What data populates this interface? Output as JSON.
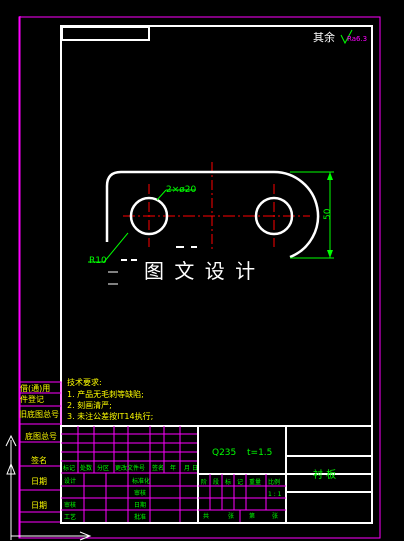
{
  "colors": {
    "background": "#000000",
    "frame": "#ffffff",
    "outer_border": "#ff00ff",
    "part_outline": "#ffffff",
    "center_line": "#ff0000",
    "dimension": "#00ff00",
    "table_line": "#ff00ff",
    "notes_text": "#ffff00",
    "title_text": "#00ff00",
    "watermark": "#ffffff"
  },
  "roughness": {
    "prefix": "其余",
    "value": "Ra6.3"
  },
  "dimensions": {
    "holes": "2×ø20",
    "height": "50",
    "radius": "R10"
  },
  "watermark": "图 文 设 计",
  "technical_requirements": {
    "title": "技术要求:",
    "items": [
      "1. 产品无毛刺等缺陷;",
      "2. 刻画清严;",
      "3. 未注公差按IT14执行;"
    ]
  },
  "left_labels": {
    "used_on": "借(通)用",
    "registry": "件登记",
    "old_drawing_no": "旧底图总号",
    "base_drawing_no": "底图总号",
    "signature": "签名",
    "date_1": "日期",
    "date_2": "日期"
  },
  "title_block": {
    "material": "Q235",
    "thickness": "t=1.5",
    "part_name": "衬 板",
    "revision_header": [
      "标记",
      "处数",
      "分区",
      "更改文件号",
      "签名",
      "年",
      "月",
      "日"
    ],
    "roles": {
      "design": "设计",
      "review": "审核",
      "process": "工艺",
      "standardization": "标准化",
      "approval": "批准",
      "checker": "审核",
      "date": "日期"
    },
    "stage_header": [
      "阶",
      "段",
      "标",
      "记",
      "重量",
      "比例"
    ],
    "scale": "1 : 1",
    "sheet_info": [
      "共",
      "张",
      "第",
      "张"
    ]
  }
}
